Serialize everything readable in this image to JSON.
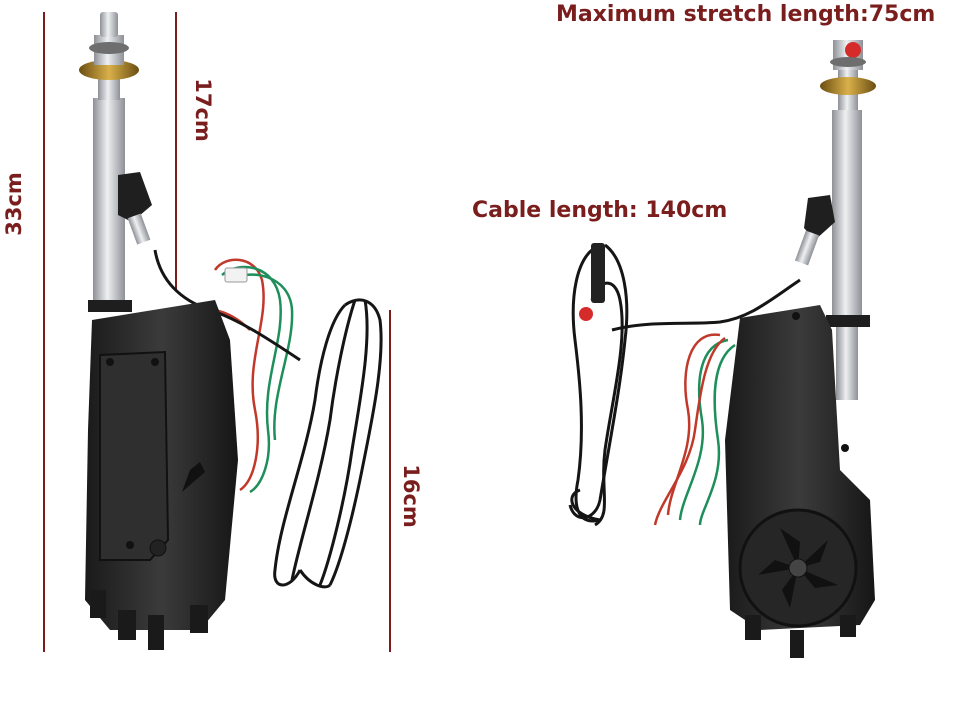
{
  "labels": {
    "max_stretch": "Maximum stretch length:75cm",
    "cable_length": "Cable length: 140cm",
    "total_height": "33cm",
    "mast_height": "17cm",
    "body_height": "16cm"
  },
  "colors": {
    "label_text": "#7a1d1d",
    "dimension_line": "#7a1d1d",
    "housing": "#2a2a2a",
    "mast": "#c9ccd0",
    "cable_black": "#1a1a1a",
    "wire_red": "#c0392b",
    "wire_green": "#1e8e5a",
    "wire_white": "#e8e8e8"
  }
}
